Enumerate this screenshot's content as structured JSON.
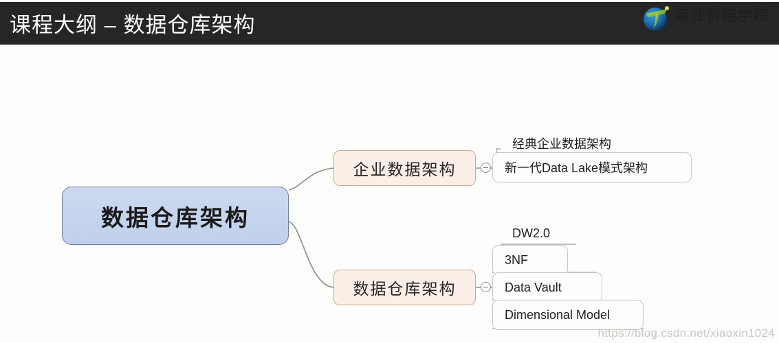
{
  "header": {
    "title": "课程大纲 – 数据仓库架构",
    "background_color": "#262626",
    "text_color": "#ffffff"
  },
  "logo": {
    "icon": "globe-swoosh-logo",
    "brand_name": "商业智能学院",
    "brand_url": "www.hellobi.com"
  },
  "mindmap": {
    "root": {
      "label": "数据仓库架构",
      "fill_color": "#c6d4ef",
      "border_color": "#717e9c"
    },
    "branches": [
      {
        "label": "企业数据架构",
        "fill_color": "#fbeee6",
        "border_color": "#c8ac93",
        "toggle": "collapse-minus-icon",
        "leaves": [
          {
            "label": "经典企业数据架构",
            "style": "plain"
          },
          {
            "label": "新一代Data Lake模式架构",
            "style": "boxed"
          }
        ]
      },
      {
        "label": "数据仓库架构",
        "fill_color": "#fbeee6",
        "border_color": "#c8ac93",
        "toggle": "collapse-minus-icon",
        "leaves": [
          {
            "label": "DW2.0",
            "style": "plain"
          },
          {
            "label": "3NF",
            "style": "boxed"
          },
          {
            "label": "Data Vault",
            "style": "boxed"
          },
          {
            "label": "Dimensional Model",
            "style": "boxed"
          }
        ]
      }
    ]
  },
  "watermark": {
    "text": "https://blog.csdn.net/xiaoxin1024"
  }
}
